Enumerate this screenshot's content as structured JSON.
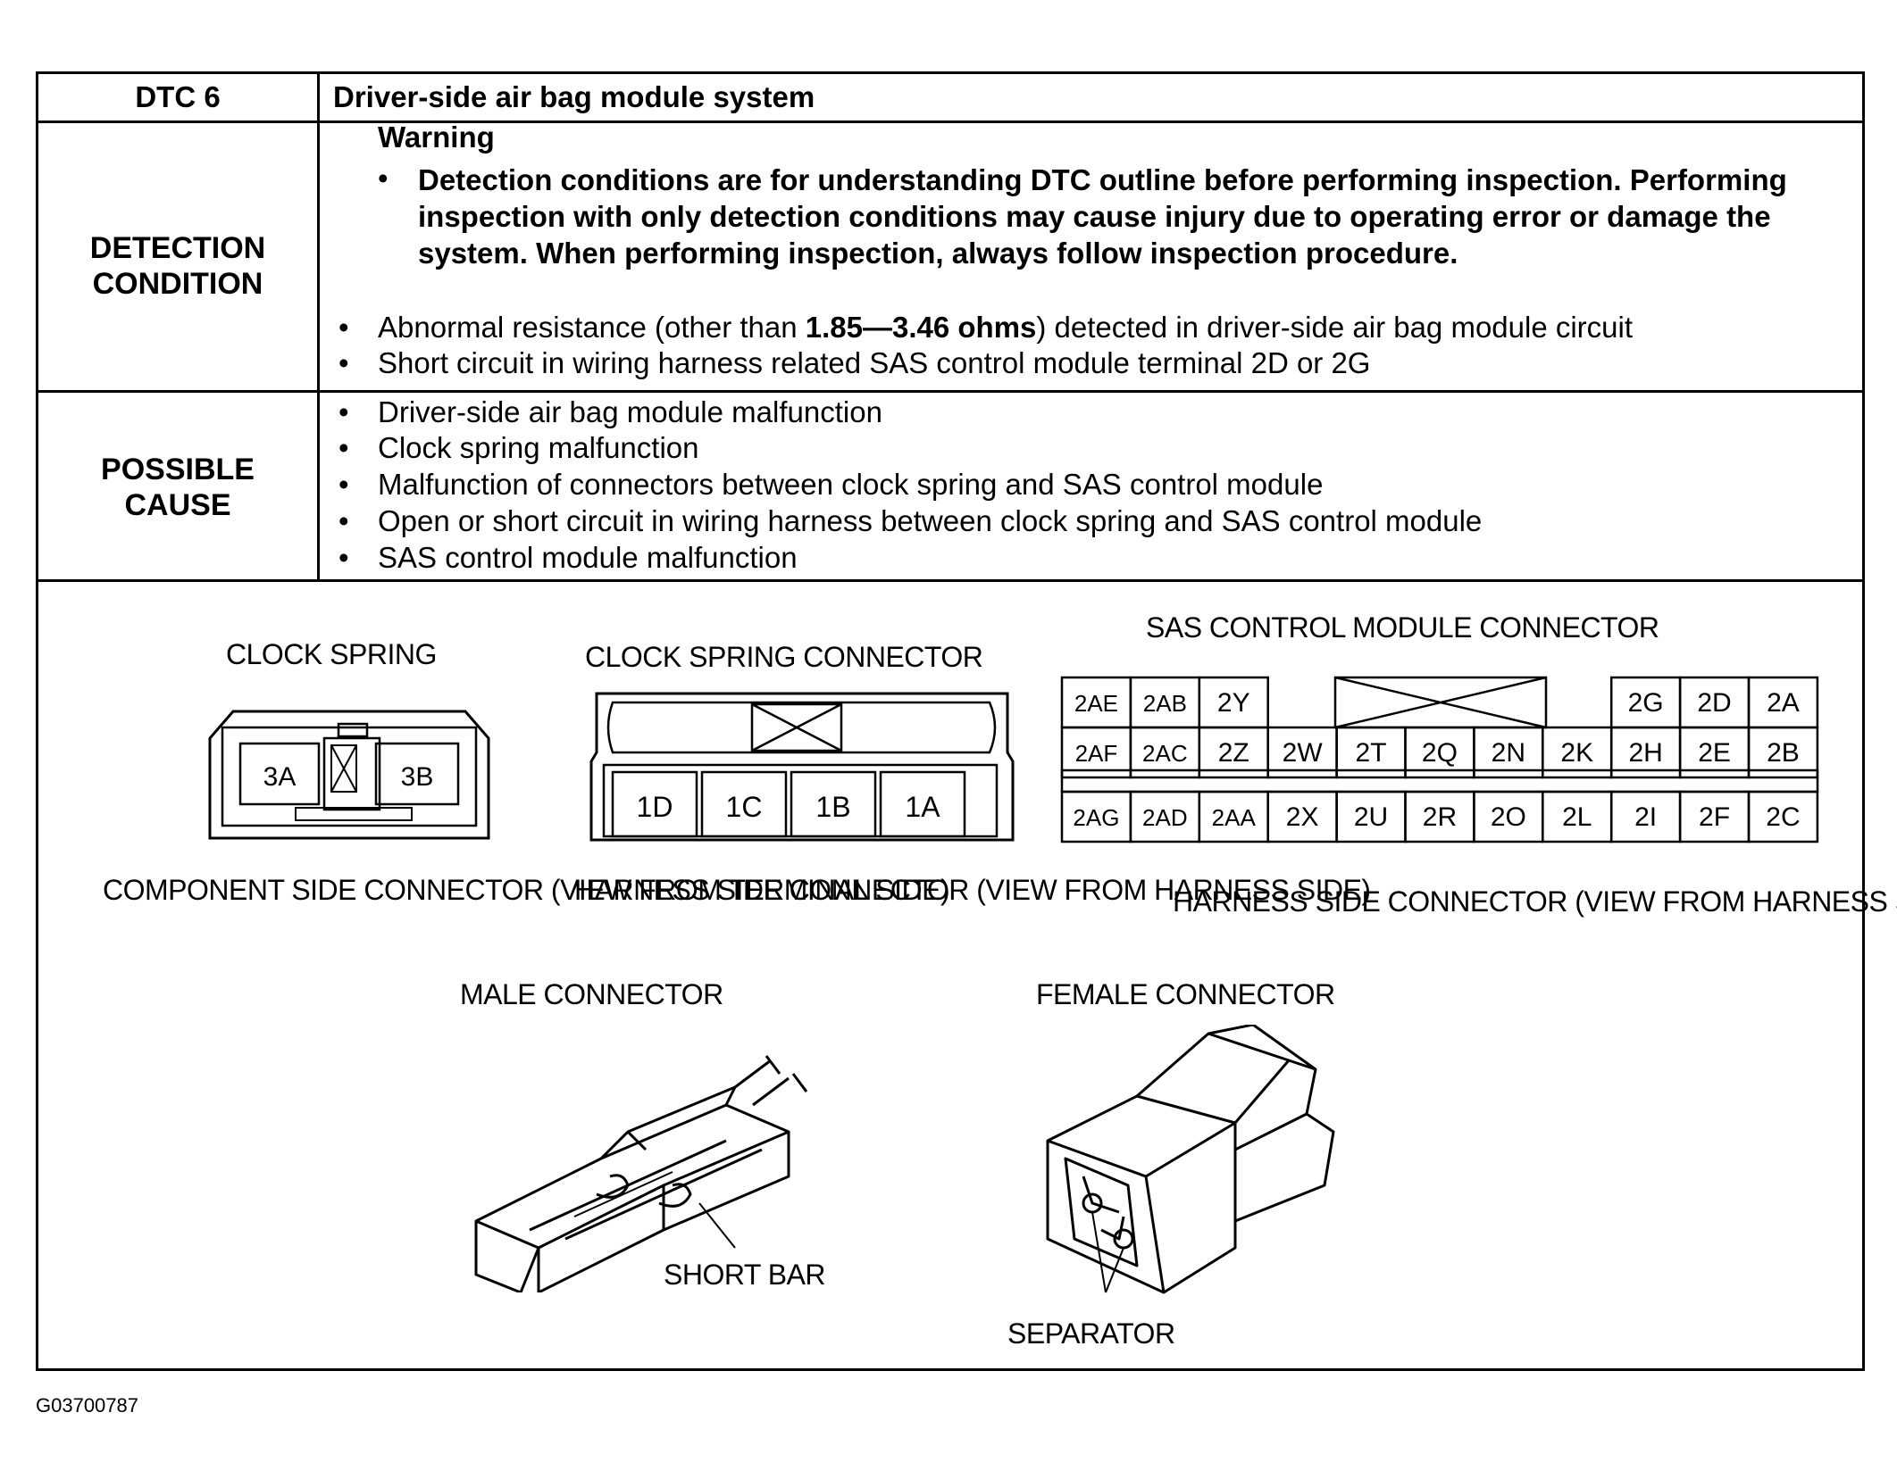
{
  "header": {
    "code": "DTC 6",
    "title": "Driver-side air bag module system"
  },
  "detection": {
    "label": "DETECTION\nCONDITION",
    "warning_title": "Warning",
    "warning_text": "Detection conditions are for understanding DTC outline before performing inspection. Performing inspection with only detection conditions may cause injury due to operating error or damage the system. When performing inspection, always follow inspection procedure.",
    "items": [
      {
        "pre": "Abnormal resistance (other than ",
        "bold": "1.85—3.46 ohms",
        "post": ") detected in driver-side air bag module circuit"
      },
      {
        "pre": "Short circuit in wiring harness related SAS control module terminal 2D or 2G",
        "bold": "",
        "post": ""
      }
    ]
  },
  "possible_cause": {
    "label": "POSSIBLE\nCAUSE",
    "items": [
      "Driver-side air bag module malfunction",
      "Clock spring malfunction",
      "Malfunction of connectors between clock spring and SAS control module",
      "Open or short circuit in wiring harness between clock spring and SAS control module",
      "SAS control module malfunction"
    ]
  },
  "diagrams": {
    "clock_spring": {
      "title": "CLOCK SPRING",
      "terminals": [
        "3A",
        "3B"
      ],
      "caption": "COMPONENT SIDE CONNECTOR\n(VIEW FROM TERMINAL SIDE)"
    },
    "clock_spring_connector": {
      "title": "CLOCK SPRING CONNECTOR",
      "terminals": [
        "1D",
        "1C",
        "1B",
        "1A"
      ],
      "caption": "HARNESS SIDE CONNECTOR\n(VIEW FROM HARNESS SIDE)"
    },
    "sas_connector": {
      "title": "SAS CONTROL MODULE CONNECTOR",
      "row1_left": [
        "2AE",
        "2AB",
        "2Y"
      ],
      "row1_right": [
        "2G",
        "2D",
        "2A"
      ],
      "row2": [
        "2AF",
        "2AC",
        "2Z",
        "2W",
        "2T",
        "2Q",
        "2N",
        "2K",
        "2H",
        "2E",
        "2B"
      ],
      "row3": [
        "2AG",
        "2AD",
        "2AA",
        "2X",
        "2U",
        "2R",
        "2O",
        "2L",
        "2I",
        "2F",
        "2C"
      ],
      "caption": "HARNESS SIDE CONNECTOR\n(VIEW FROM HARNESS SIDE)"
    },
    "male_connector": {
      "title": "MALE CONNECTOR",
      "callout": "SHORT BAR"
    },
    "female_connector": {
      "title": "FEMALE CONNECTOR",
      "callout": "SEPARATOR"
    }
  },
  "footer": {
    "figure_id": "G03700787"
  }
}
